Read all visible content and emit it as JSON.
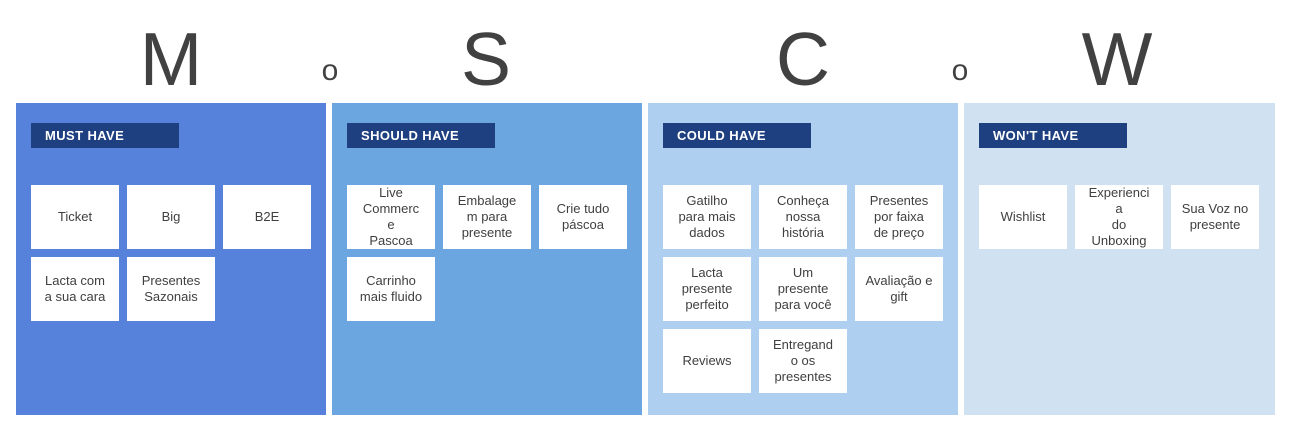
{
  "header": {
    "letters": [
      "M",
      "o",
      "S",
      "C",
      "o",
      "W"
    ]
  },
  "columns": [
    {
      "label": "MUST HAVE",
      "bg": "#5782DB",
      "cards": [
        "Ticket",
        "Big",
        "B2E",
        "Lacta com\na sua cara",
        "Presentes\nSazonais"
      ]
    },
    {
      "label": "SHOULD HAVE",
      "bg": "#6CA6E0",
      "cards": [
        "Live\nCommerc\ne\nPascoa",
        "Embalage\nm para\npresente",
        "Crie tudo\npáscoa",
        "Carrinho\nmais fluido"
      ]
    },
    {
      "label": "COULD HAVE",
      "bg": "#AECFF0",
      "cards": [
        "Gatilho\npara mais\ndados",
        "Conheça\nnossa\nhistória",
        "Presentes\npor faixa\nde preço",
        "Lacta\npresente\nperfeito",
        "Um\npresente\npara você",
        "Avaliação e\ngift",
        "Reviews",
        "Entregand\no os\npresentes"
      ]
    },
    {
      "label": "WON'T HAVE",
      "bg": "#D0E1F1",
      "cards": [
        "Wishlist",
        "Experienci\na\ndo\nUnboxing",
        "Sua Voz no\npresente"
      ]
    }
  ],
  "colors": {
    "badge_bg": "#1F4080",
    "badge_text": "#FFFFFF",
    "letter_color": "#414141",
    "card_bg": "#FFFFFF",
    "card_text": "#3F3F3F"
  }
}
